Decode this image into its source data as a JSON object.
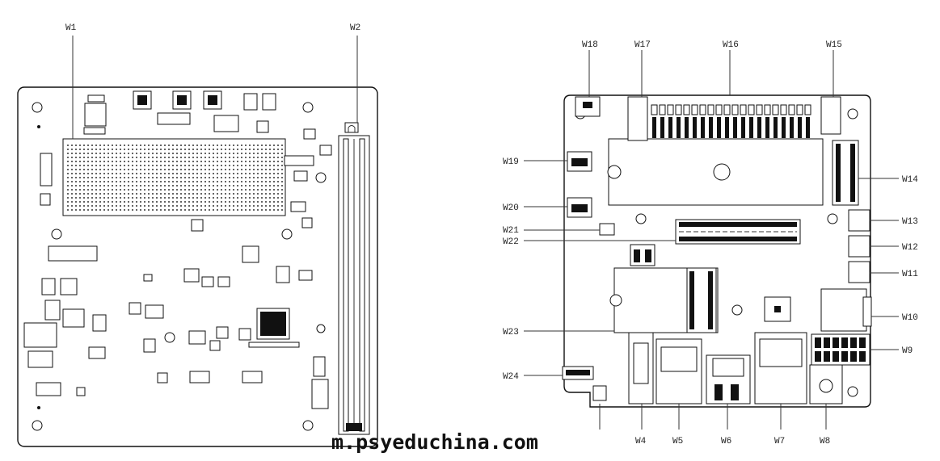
{
  "watermark": "m.psyeduchina.com",
  "left_board": {
    "labels": [
      "W1",
      "W2"
    ]
  },
  "right_board": {
    "labels_top": [
      "W18",
      "W17",
      "W16",
      "W15"
    ],
    "labels_left": [
      "W19",
      "W20",
      "W21",
      "W22",
      "W23",
      "W24"
    ],
    "labels_right": [
      "W14",
      "W13",
      "W12",
      "W11",
      "W10",
      "W9"
    ],
    "labels_bottom": [
      "W4",
      "W5",
      "W6",
      "W7",
      "W8"
    ]
  }
}
